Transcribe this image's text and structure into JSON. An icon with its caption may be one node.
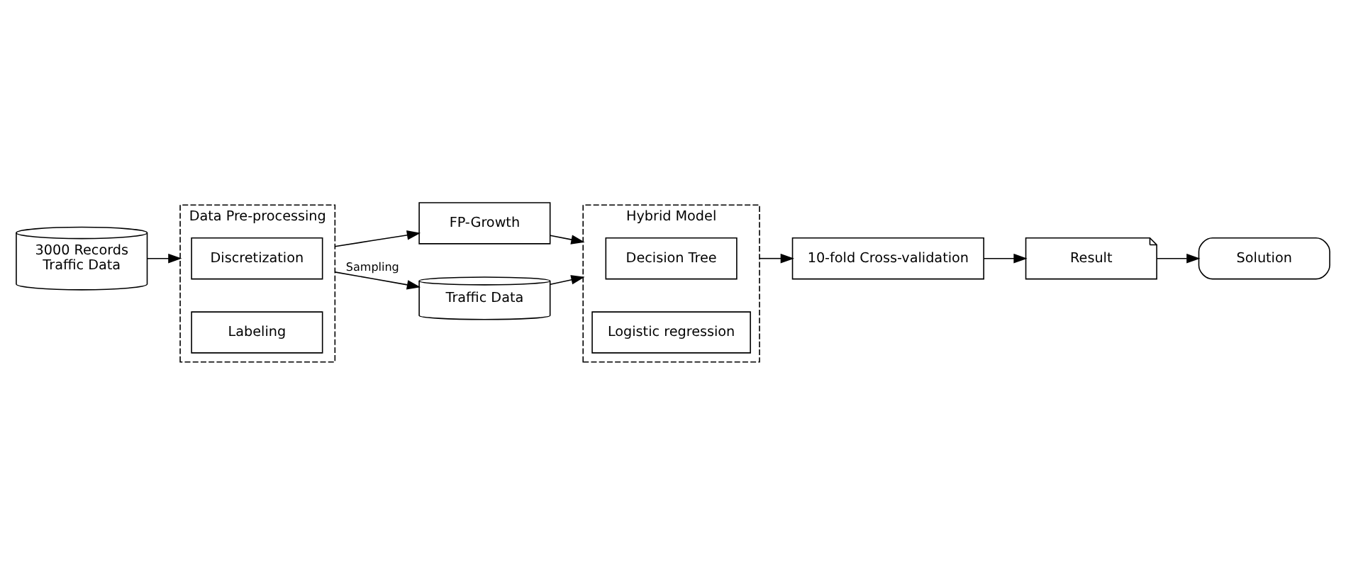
{
  "diagram": {
    "nodes": [
      {
        "text": [
          "3000 Records",
          "Traffic Data"
        ]
      },
      {
        "text": [
          "Data Pre-processing"
        ]
      },
      {
        "text": [
          "Discretization"
        ],
        "in": 1
      },
      {
        "text": [
          "Labeling"
        ],
        "in": 1
      },
      {
        "text": [
          "FP-Growth"
        ]
      },
      {
        "text": [
          "Hybrid Model"
        ]
      },
      {
        "text": [
          "Decision Tree"
        ],
        "in": 5
      },
      {
        "text": [
          "Logistic regression"
        ],
        "in": 5
      },
      {
        "text": [
          "Traffic Data"
        ]
      },
      {
        "text": [
          "10-fold Cross-validation"
        ]
      },
      {
        "text": [
          "Result"
        ]
      },
      {
        "text": [
          "Solution"
        ]
      }
    ],
    "edges": [
      {
        "from": 0,
        "to": 1,
        "arrow": "to"
      },
      {
        "from": 1,
        "to": 4,
        "arrow": "to"
      },
      {
        "from": 4,
        "to": 5,
        "arrow": "to"
      },
      {
        "from": 1,
        "to": 8,
        "arrow": "to",
        "label": "Sampling"
      },
      {
        "from": 8,
        "to": 5,
        "arrow": "to"
      },
      {
        "from": 5,
        "to": 9,
        "arrow": "to"
      },
      {
        "from": 9,
        "to": 10,
        "arrow": "to"
      },
      {
        "from": 10,
        "to": 11,
        "arrow": "to"
      }
    ]
  }
}
